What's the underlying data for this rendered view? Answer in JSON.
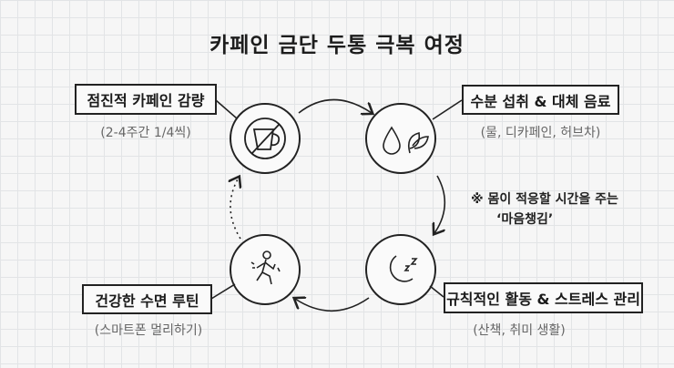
{
  "title": "카페인 금단 두통 극복 여정",
  "steps": [
    {
      "label": "점진적 카페인 감량",
      "detail": "(2-4주간 1/4씩)",
      "icon": "no-coffee-icon"
    },
    {
      "label": "수분 섭취 & 대체 음료",
      "detail": "(물, 디카페인, 허브차)",
      "icon": "water-drop-leaf-icon"
    },
    {
      "label": "규칙적인 활동 & 스트레스 관리",
      "detail": "(산책, 취미 생활)",
      "icon": "moon-sleep-icon"
    },
    {
      "label": "건강한 수면 루틴",
      "detail": "(스마트폰 멀리하기)",
      "icon": "walking-person-icon"
    }
  ],
  "note": {
    "line1": "※ 몸이 적응할 시간을 주는",
    "line2": "‘마음챙김’"
  }
}
